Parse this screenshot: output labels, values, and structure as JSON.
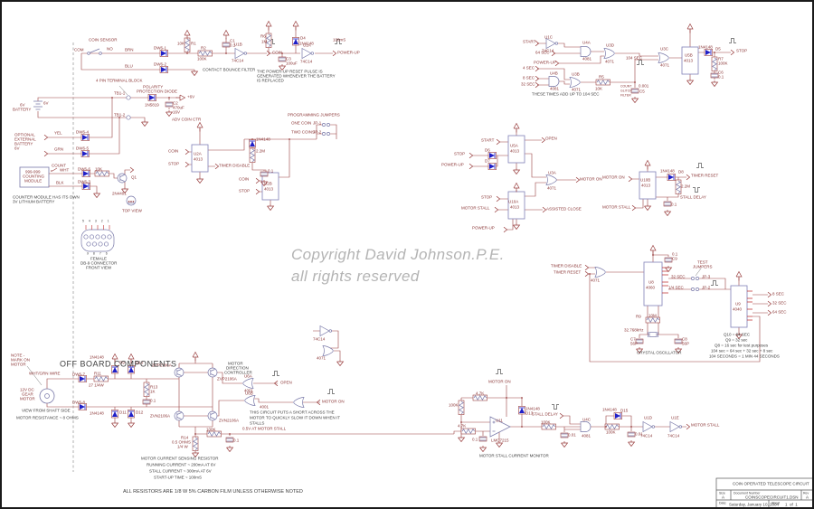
{
  "g": {
    "v6": "+6V",
    "inv": "74C14",
    "ff": "4013",
    "or2": "4071",
    "and2": "4081",
    "nor2": "4001",
    "d": "1N4148",
    "r100k": "100K",
    "c01": "0.1",
    "c001": "0.01",
    "pu": "POWER-UP",
    "coin": "COIN",
    "stop": "STOP",
    "start": "START",
    "mon": "MOTOR ON",
    "mstall": "MOTOR STALL",
    "open": "OPEN",
    "treset": "TIMER RESET",
    "tdis": "TIMER DISABLE",
    "sdelay": "STALL DELAY",
    "s4": "4 SEC",
    "s8": "8 SEC",
    "s32": "32 SEC",
    "s64": "64 SEC"
  },
  "cs": {
    "sensor": "COIN SENSOR",
    "com": "COM",
    "no": "NO",
    "brn": "BRN",
    "blu": "BLU",
    "d1": "DW6-1",
    "d2": "DW6-2",
    "r1": "R1",
    "r1v": "10K",
    "r2": "R2",
    "c1": "C1",
    "u": "U1B",
    "caption": "CONTACT BOUNCE FILTER"
  },
  "pu": {
    "r": "R6",
    "rv": "1M",
    "dref": "D4",
    "u": "U1A",
    "c": "C3",
    "cv": "100uF",
    "w": "100mS",
    "cap1": "THE POWER-UP RESET PULSE IS",
    "cap2": "GENERATED WHENEVER THE BATTERY",
    "cap3": "IS REPLACED"
  },
  "ss": {
    "u1": "U1C",
    "u4a": "U4A",
    "u3d": "U3D",
    "u3c": "U3C",
    "u4b": "U4B",
    "u3b": "U3B",
    "r5": "R5",
    "r5v": "10K",
    "p104": "104 SEC",
    "gl1": "COUNT",
    "gl2": "GLITCH",
    "gl3": "FILTER",
    "c5": "C5",
    "c5v": "0.001",
    "ff": "U5B",
    "d5": "D5",
    "r7": "R7",
    "c6": "C6",
    "note": "THESE TIMES ADD UP TO 104 SEC"
  },
  "oc": {
    "ffa": "U5A",
    "ffb": "U10A",
    "d6": "D6",
    "d7": "D7",
    "u3a": "U3A",
    "aclose": "ASSISTED CLOSE"
  },
  "tr": {
    "ff": "U10B",
    "d8": "D8",
    "r": "2.2M"
  },
  "osc": {
    "u8": "U8",
    "u8t": "4060",
    "c9": "C9",
    "tj1": "TEST",
    "tj2": "JUMPERS",
    "j3": "JP-3",
    "j2": "JP-2",
    "qsec": "1/4 SEC",
    "u9": "U9",
    "u9t": "4040",
    "r9": "R9",
    "r9v": "10M",
    "xtal": "32.768kHz",
    "c7": "C7",
    "c8": "C8",
    "cv": "56P",
    "capn": "CRYSTAL OSCILLATOR",
    "n1": "Q10 = 64 SEC",
    "n2": "Q9 = 32 sec",
    "n3": "Q8 = 16 sec for test purposes",
    "n4": "104 sec = 64 sec + 32 sec + 8 sec",
    "n5": "104 SECONDS = 1 MIN 44 SECONDS"
  },
  "pj": {
    "adv": "ADV COIN CTR",
    "ffa": "U2A",
    "ffb": "U2B",
    "r": "2.2M",
    "head": "PROGRAMMING JUMPERS",
    "one": "ONE COIN",
    "two": "TWO COINS",
    "jp1": "JP-1",
    "jp2": "JP-2"
  },
  "bat": {
    "tb": "4 PIN TERMINAL BLOCK",
    "t1": "TB1-1",
    "t2": "TB1-2",
    "pol1": "POLARITY",
    "pol2": "PROTECTION DIODE",
    "dv": "1N5819",
    "c2": "C2",
    "c2v": "470uF",
    "c2v2": "16V",
    "b1": "6V",
    "b2": "BATTERY",
    "o1": "OPTIONAL",
    "o2": "EXTERNAL",
    "o3": "BATTERY",
    "o4": "6V",
    "yel": "YEL",
    "grn": "GRN",
    "d4": "DW6-4",
    "d5": "DW6-5"
  },
  "cm": {
    "l1": "999-999",
    "l2": "COUNTING",
    "l3": "MODULE",
    "count": "COUNT",
    "wht": "WHT",
    "blk": "BLK",
    "d6": "DW6-6",
    "d3": "DW6-3",
    "r10": "10K",
    "q": "Q1",
    "qt": "2N4401",
    "tv": "TOP VIEW",
    "cap1": "COUNTER MODULE HAS ITS OWN",
    "cap2": "3V LITHIUM BATTERY"
  },
  "db9": {
    "top": "5 4 3 2 1",
    "bot": "9 8 7 6",
    "l1": "FEMALE",
    "l2": "DB-9 CONNECTOR",
    "l3": "FRONT VIEW"
  },
  "mot": {
    "n1": "NOTE -",
    "n2": "MARK ON",
    "n3": "MOTOR",
    "wire": "WHT/GRN WIRE",
    "m1": "12V DC",
    "m2": "GEAR",
    "m3": "MOTOR",
    "view": "VIEW FROM SHAFT SIDE",
    "res": "MOTOR RESISTANCE ~ 8 OHMS",
    "d7": "DW6-7",
    "d8": "DW6-8",
    "r11": "R11",
    "r11v": "27 1/4W",
    "d9": "D9",
    "d10": "D10",
    "d11": "D11",
    "d12": "D12",
    "r13": "R13",
    "r13v": "1K"
  },
  "hb": {
    "qp": "ZVP2106A",
    "qn": "ZVN2106A",
    "c1": "MOTOR",
    "c2": "DIRECTION",
    "c3": "CONTROLLER",
    "u6a": "U6A",
    "u6b": "U6B",
    "s1": "THIS CIRCUIT PUTS A SHORT ACROSS THE",
    "s2": "MOTOR TO QUICKLY SLOW IT DOWN WHEN IT",
    "s3": "STALLS",
    "r14": "R14",
    "r14v": "0.5 OHMS",
    "r14w": "1/4 W",
    "sense": "0.5V AT MOTOR STALL",
    "cap1": "MOTOR CURRENT SENSING RESISTOR",
    "cap2": "RUNNING CURRENT ~ 200mA AT 6V",
    "cap3": "STALL CURRENT ~ 300mA AT 6V",
    "cap4": "START-UP TIME ~ 100mS"
  },
  "sm": {
    "r16": "4.7K",
    "r17": "100K",
    "r18": "4.7K",
    "u": "U11",
    "ut": "LMC7215",
    "d13": "D13",
    "d15": "D15",
    "u4c": "U4C",
    "u1d": "U1D",
    "u1e": "U1E",
    "cap": "MOTOR STALL CURRENT MONITOR"
  },
  "misc": {
    "note": "ALL RESISTORS ARE 1/8 W 5% CARBON FILM UNLESS OTHERWISE NOTED",
    "offboard": "OFF BOARD COMPONENTS",
    "copy1": "Copyright David Johnson.P.E.",
    "copy2": "all rights reserved"
  },
  "tb": {
    "title": "COIN OPERATED TELESCOPE CIRCUIT",
    "size_l": "Size",
    "size": "A",
    "doc_l": "Document Number",
    "doc": "COINSCOPECIRCUIT1.DSN",
    "rev_l": "Rev",
    "rev": "A",
    "date_l": "Date:",
    "date": "Saturday, January 10, 2004",
    "sheet_l": "Sheet",
    "sheet": "1  of  1"
  }
}
